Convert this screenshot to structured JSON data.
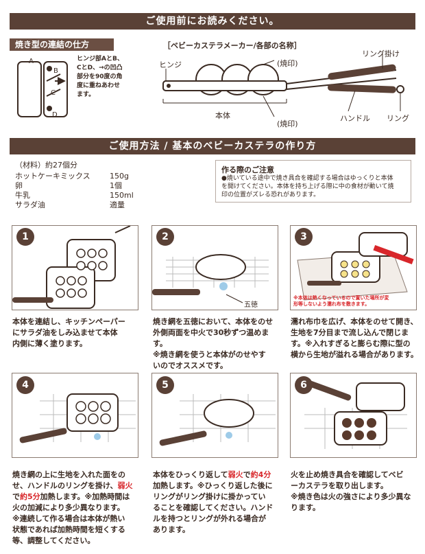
{
  "header": {
    "title": "ご使用前にお読みください。"
  },
  "connect": {
    "title": "焼き型の連結の仕方",
    "labels": [
      "A",
      "B",
      "C",
      "D"
    ],
    "note": [
      "ヒンジ部AとB、",
      "CとD、→の凹凸",
      "部分を90度の角",
      "度に重ねあわせ",
      "ます。"
    ]
  },
  "parts": {
    "title": "［ベビーカステラメーカー/各部の名称］",
    "hinge": "ヒンジ",
    "yakiin_top": "(焼印)",
    "yakiin_bottom": "(焼印)",
    "ring_hook": "リング掛け",
    "body": "本体",
    "handle": "ハンドル",
    "ring": "リング"
  },
  "usage": {
    "title": "ご使用方法 / 基本のベビーカステラの作り方"
  },
  "materials": {
    "title": "（材料）約27個分",
    "items": [
      {
        "name": "ホットケーキミックス",
        "amount": "150g"
      },
      {
        "name": "卵",
        "amount": "1個"
      },
      {
        "name": "牛乳",
        "amount": "150ml"
      },
      {
        "name": "サラダ油",
        "amount": "適量"
      }
    ]
  },
  "caution": {
    "title": "作る際のご注意",
    "lines": [
      "●焼いている途中で焼き具合を確認する場合はゆっくりと本体",
      "を開けてください。本体を持ち上げる際に中の食材が動いて焼",
      "印の位置がズレる恐れがあります。"
    ]
  },
  "steps": [
    {
      "num": "1",
      "lines": [
        "本体を連結し、キッチンペーパー",
        "にサラダ油をしみ込ませて本体",
        "内側に薄く塗ります。"
      ]
    },
    {
      "num": "2",
      "label": "五徳",
      "lines": [
        "焼き網を五徳において、本体をのせ",
        "外側両面を中火で30秒ずつ温めま",
        "す。",
        "※焼き網を使うと本体がのせやす",
        "いのでオススメです。"
      ]
    },
    {
      "num": "3",
      "warn": [
        "※本体は熱くなっているので置いた場所が変",
        "形等しないよう濡れ布を敷きます。"
      ],
      "lines": [
        "濡れ布巾を広げ、本体をのせて開き、",
        "生地を7分目まで流し込んで閉じま",
        "す。※入れすぎると膨らむ際に型の",
        "横から生地が溢れる場合があります。"
      ]
    },
    {
      "num": "4",
      "lines": [
        "焼き網の上に生地を入れた面をの",
        "せ、ハンドルのリングを掛け、弱火",
        "で約5分加熱します。※加熱時間は",
        "火の加減により多少異なります。",
        "※連続して作る場合は本体が熱い",
        "状態であれば加熱時間を短くする",
        "等、調整してください。"
      ]
    },
    {
      "num": "5",
      "lines": [
        "本体をひっくり返して弱火で約4分",
        "加熱します。※ひっくり返した後に",
        "リングがリング掛けに掛かってい",
        "ることを確認してください。ハンド",
        "ルを持つとリングが外れる場合が",
        "あります。"
      ]
    },
    {
      "num": "6",
      "lines": [
        "火を止め焼き具合を確認してベビ",
        "ーカステラを取り出します。",
        "※焼き色は火の強さにより多少異な",
        "ります。"
      ]
    }
  ]
}
